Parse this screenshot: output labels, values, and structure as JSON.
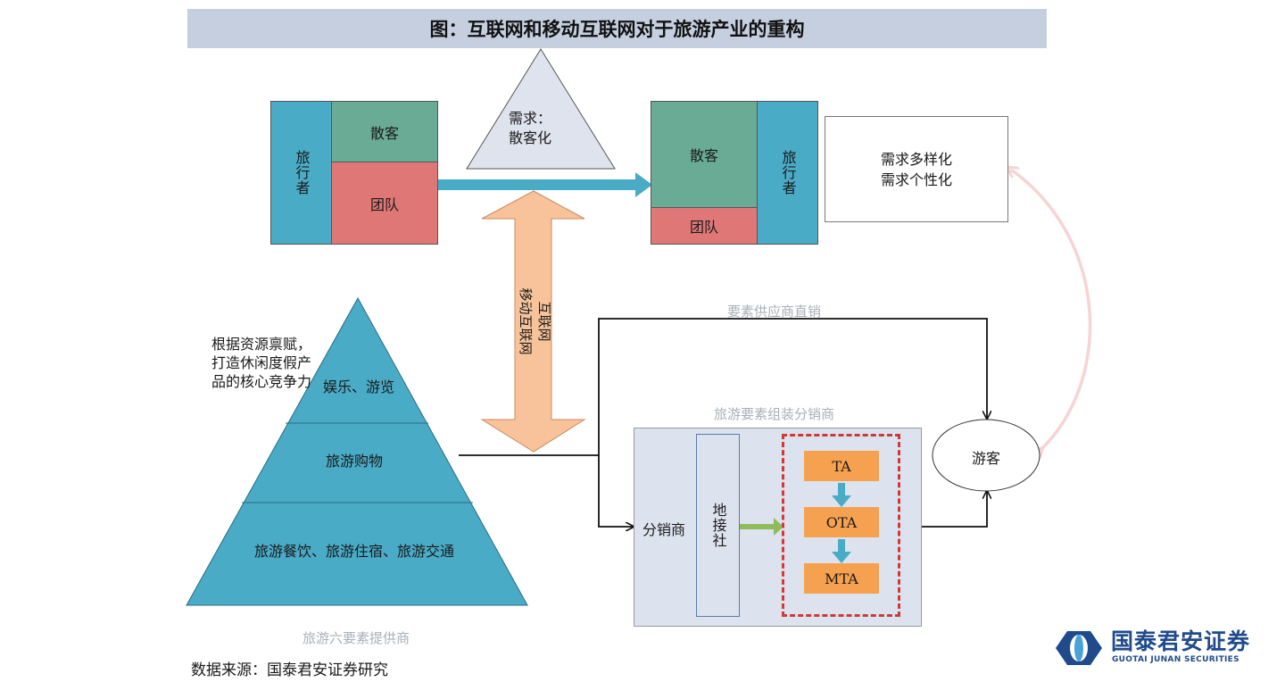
{
  "title": "图：互联网和移动互联网对于旅游产业的重构",
  "left_group": {
    "side_label": "旅行者",
    "top_label": "散客",
    "bottom_label": "团队"
  },
  "demand_triangle": {
    "line1": "需求：",
    "line2": "散客化"
  },
  "right_group": {
    "top_label": "散客",
    "bottom_label": "团队",
    "side_label": "旅行者"
  },
  "needs_box": {
    "line1": "需求多样化",
    "line2": "需求个性化"
  },
  "internet_arrow": {
    "line1": "互联网",
    "line2": "移动互联网"
  },
  "direct_sales_label": "要素供应商直销",
  "distributor_group_label": "旅游要素组装分销商",
  "distributor_label": "分销商",
  "local_agency_label": "地接社",
  "agencies": [
    "TA",
    "OTA",
    "MTA"
  ],
  "tourist_label": "游客",
  "pyramid": {
    "top_label": "娱乐、游览",
    "middle_label": "旅游购物",
    "bottom_label": "旅游餐饮、旅游住宿、旅游交通",
    "caption": "旅游六要素提供商",
    "annotation_lines": [
      "根据资源禀赋，",
      "打造休闲度假产",
      "品的核心竞争力"
    ]
  },
  "source_note": "数据来源：国泰君安证券研究",
  "logo": {
    "name_cn": "国泰君安证券",
    "name_en": "GUOTAI JUNAN SECURITIES"
  },
  "colors": {
    "teal": "#4aabc6",
    "green": "#6aab96",
    "red": "#e07777",
    "orange": "#f5a14f",
    "peach": "#f8c39b",
    "title_bg": "#c5cfe0",
    "panel_bg": "#dde3ee",
    "dashed_red": "#cc3b3b",
    "logo_blue": "#1f4b8c"
  }
}
